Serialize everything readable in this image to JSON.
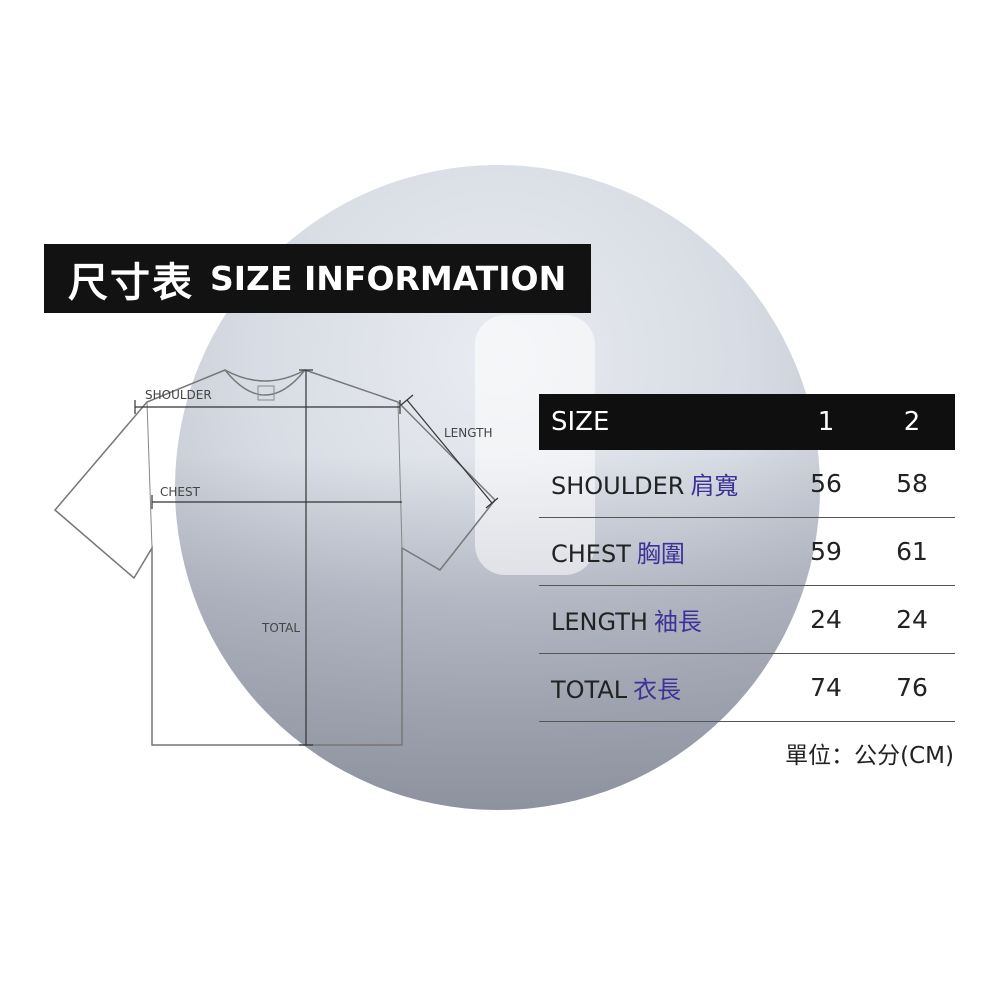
{
  "header": {
    "title_cn": "尺寸表",
    "title_en": "SIZE INFORMATION"
  },
  "diagram": {
    "labels": {
      "shoulder": "SHOULDER",
      "length": "LENGTH",
      "chest": "CHEST",
      "total": "TOTAL"
    }
  },
  "table": {
    "headers": [
      "SIZE",
      "1",
      "2"
    ],
    "rows": [
      {
        "label_en": "SHOULDER",
        "label_cn": "肩寬",
        "values": [
          "56",
          "58"
        ]
      },
      {
        "label_en": "CHEST",
        "label_cn": "胸圍",
        "values": [
          "59",
          "61"
        ]
      },
      {
        "label_en": "LENGTH",
        "label_cn": "袖長",
        "values": [
          "24",
          "24"
        ]
      },
      {
        "label_en": "TOTAL",
        "label_cn": "衣長",
        "values": [
          "74",
          "76"
        ]
      }
    ]
  },
  "unit_note": "單位：公分(CM)",
  "colors": {
    "header_bg": "#121212",
    "accent_cn": "#3a3397",
    "text": "#222222"
  }
}
